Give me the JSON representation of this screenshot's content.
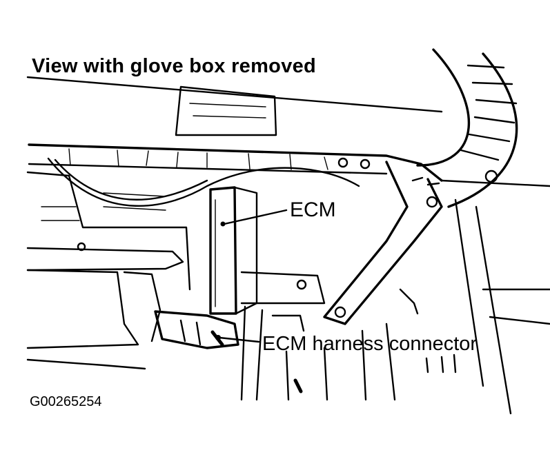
{
  "title": "View with glove box removed",
  "callouts": {
    "ecm": "ECM",
    "harness_connector": "ECM harness connector"
  },
  "figure_id": "G00265254"
}
